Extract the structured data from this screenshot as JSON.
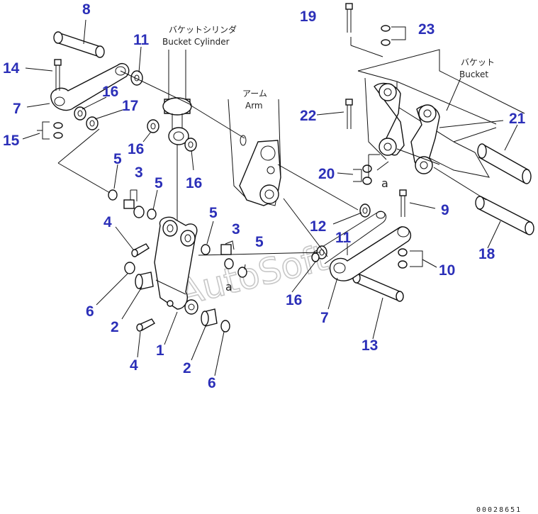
{
  "labels": {
    "bucket_cylinder_jp": "バケットシリンダ",
    "bucket_cylinder_en": "Bucket Cylinder",
    "arm_jp": "アーム",
    "arm_en": "Arm",
    "bucket_jp": "バケット",
    "bucket_en": "Bucket",
    "ref_a1": "a",
    "ref_a2": "a",
    "watermark": "AutoSoft",
    "doc_number": "00028651"
  },
  "callouts": {
    "c8": "8",
    "c14": "14",
    "c7a": "7",
    "c16a": "16",
    "c17": "17",
    "c15": "15",
    "c11a": "11",
    "c16b": "16",
    "c16c": "16",
    "c5a": "5",
    "c3a": "3",
    "c5b": "5",
    "c4a": "4",
    "c6a": "6",
    "c2a": "2",
    "c4b": "4",
    "c1": "1",
    "c2b": "2",
    "c6b": "6",
    "c5c": "5",
    "c3b": "3",
    "c5d": "5",
    "c16d": "16",
    "c12": "12",
    "c11b": "11",
    "c7b": "7",
    "c13": "13",
    "c19": "19",
    "c23": "23",
    "c22": "22",
    "c20": "20",
    "c9": "9",
    "c10": "10",
    "c21": "21",
    "c18": "18"
  },
  "colors": {
    "callout": "#2b2fb8",
    "line": "#111111",
    "watermark": "#9a9a9a"
  }
}
